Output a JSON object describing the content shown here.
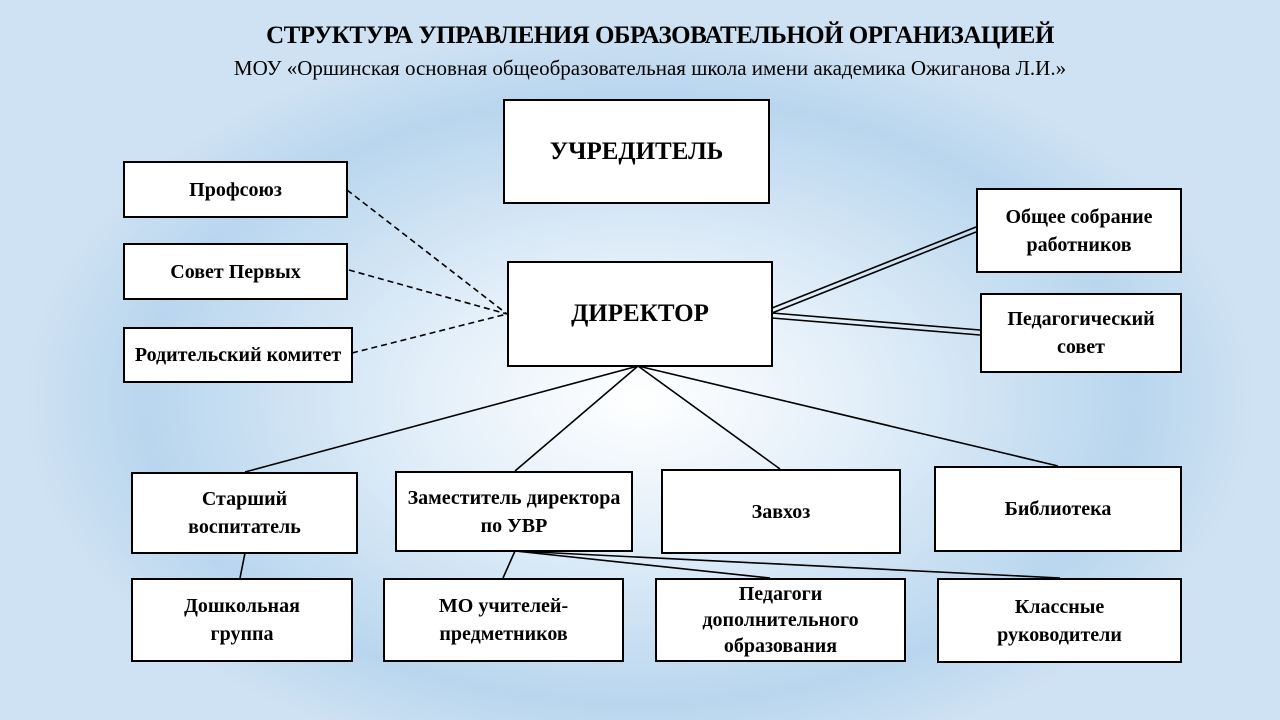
{
  "header": {
    "title": "СТРУКТУРА УПРАВЛЕНИЯ ОБРАЗОВАТЕЛЬНОЙ ОРГАНИЗАЦИЕЙ",
    "subtitle": "МОУ «Оршинская основная общеобразовательная школа имени академика Ожиганова Л.И.»"
  },
  "nodes": {
    "founder": "УЧРЕДИТЕЛЬ",
    "director": "ДИРЕКТОР",
    "union": "Профсоюз",
    "council_first": "Совет Первых",
    "parent_committee": "Родительский комитет",
    "general_meeting": "Общее собрание работников",
    "pedagogical_council": "Педагогический совет",
    "senior_educator": "Старший воспитатель",
    "deputy_director": "Заместитель директора по УВР",
    "supply_manager": "Завхоз",
    "library": "Библиотека",
    "preschool_group": "Дошкольная группа",
    "subject_teachers": "МО учителей-предметников",
    "additional_education": "Педагоги дополнительного образования",
    "class_teachers": "Классные руководители"
  }
}
